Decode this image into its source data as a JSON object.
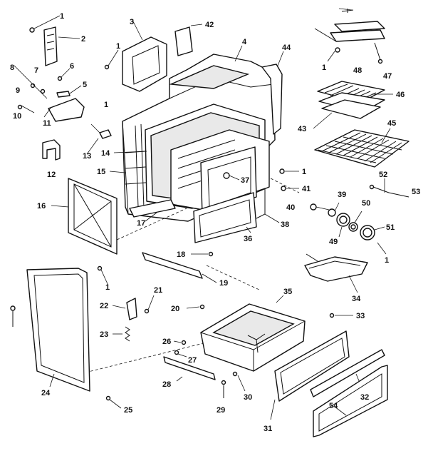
{
  "callouts": {
    "c1": "1",
    "c2": "2",
    "c3": "3",
    "c4": "4",
    "c5": "5",
    "c6": "6",
    "c7": "7",
    "c8": "8",
    "c9": "9",
    "c10": "10",
    "c11": "11",
    "c12": "12",
    "c13": "13",
    "c14": "14",
    "c15": "15",
    "c16": "16",
    "c17": "17",
    "c18": "18",
    "c19": "19",
    "c20": "20",
    "c21": "21",
    "c22": "22",
    "c23": "23",
    "c24": "24",
    "c25": "25",
    "c26": "26",
    "c27": "27",
    "c28": "28",
    "c29": "29",
    "c30": "30",
    "c31": "31",
    "c32": "32",
    "c33": "33",
    "c34": "34",
    "c35": "35",
    "c36": "36",
    "c37": "37",
    "c38": "38",
    "c39": "39",
    "c40": "40",
    "c41": "41",
    "c42": "42",
    "c43": "43",
    "c44": "44",
    "c45": "45",
    "c46": "46",
    "c47": "47",
    "c48": "48",
    "c49": "49",
    "c50": "50",
    "c51": "51",
    "c52": "52",
    "c53": "53",
    "c54": "54"
  },
  "colors": {
    "line": "#111111",
    "background": "#ffffff",
    "shade": "#e9e9e9"
  }
}
